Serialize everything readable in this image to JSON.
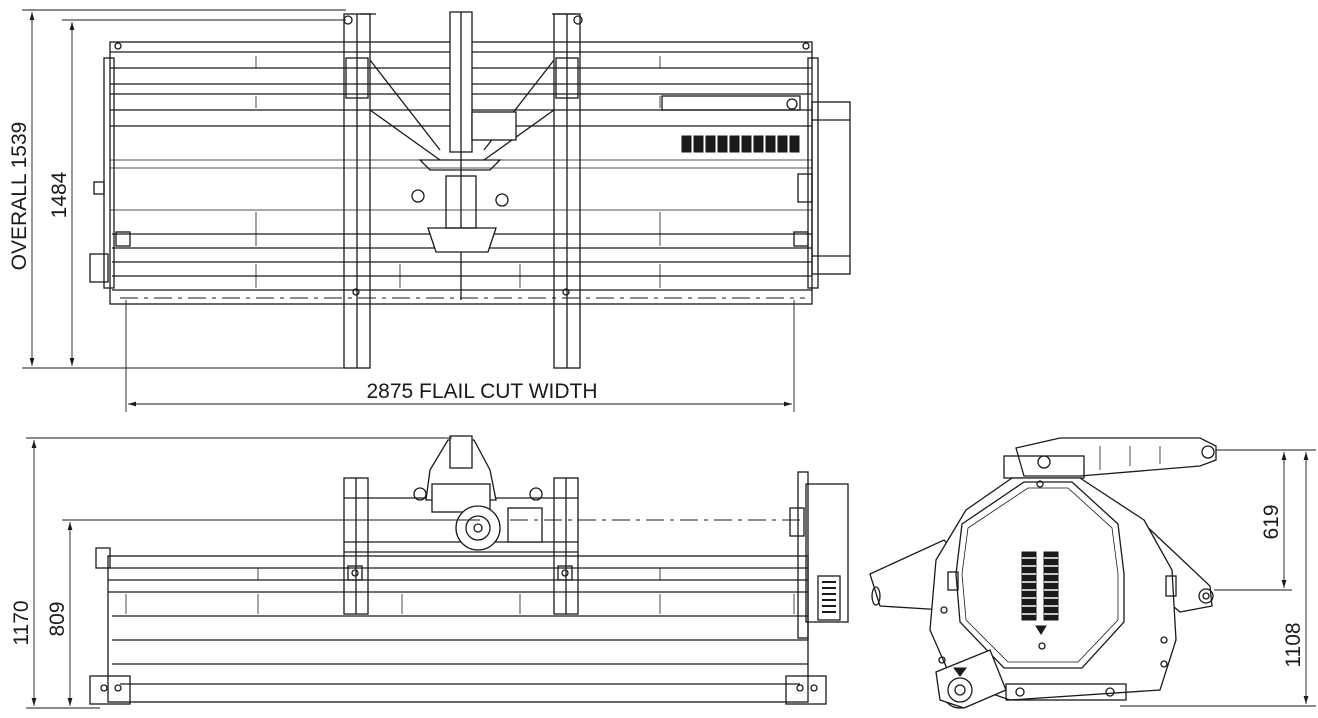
{
  "dimensions": {
    "overall": "OVERALL 1539",
    "height_top": "1484",
    "cut_width": "2875 FLAIL CUT WIDTH",
    "side_height": "1170",
    "side_pto": "809",
    "end_upper": "619",
    "end_lower": "1108"
  },
  "views": [
    "top-view",
    "side-view",
    "end-view"
  ]
}
